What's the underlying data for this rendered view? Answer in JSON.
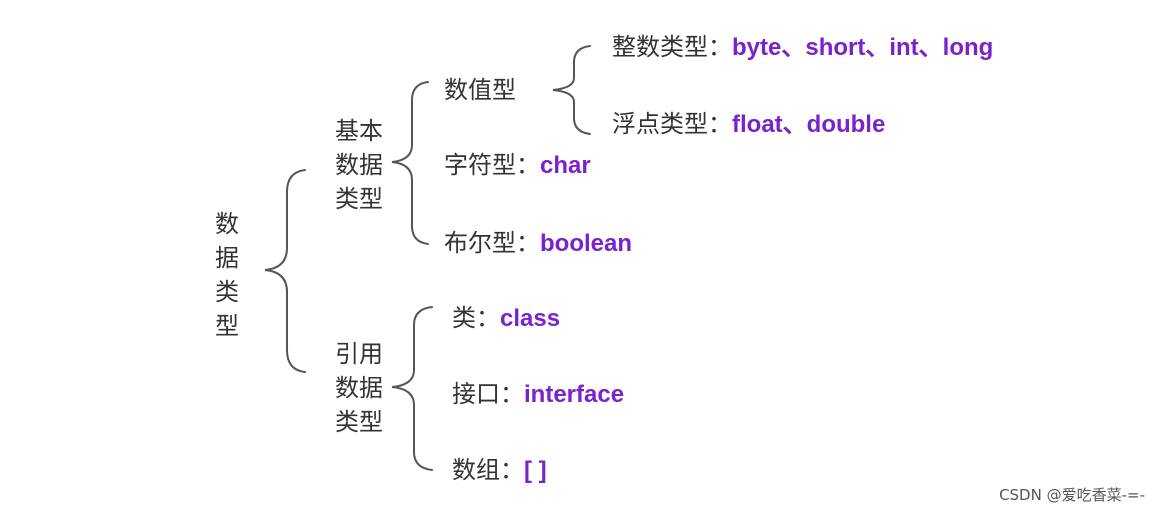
{
  "root": {
    "chars": [
      "数",
      "据",
      "类",
      "型"
    ]
  },
  "primitive": {
    "chars": [
      "基本",
      "数据",
      "类型"
    ],
    "numeric": {
      "label": "数值型",
      "integer": {
        "label": "整数类型：",
        "value": "byte、short、int、long"
      },
      "float": {
        "label": "浮点类型：",
        "value": "float、double"
      }
    },
    "char": {
      "label": "字符型：",
      "value": "char"
    },
    "boolean": {
      "label": "布尔型：",
      "value": "boolean"
    }
  },
  "reference": {
    "chars": [
      "引用",
      "数据",
      "类型"
    ],
    "class": {
      "label": "类：",
      "value": "class"
    },
    "interface": {
      "label": "接口：",
      "value": "interface"
    },
    "array": {
      "label": "数组：",
      "value": "[ ]"
    }
  },
  "watermark": "CSDN @爱吃香菜-=-",
  "colors": {
    "text": "#333333",
    "keyword": "#7a22cc",
    "bracket": "#555555"
  }
}
